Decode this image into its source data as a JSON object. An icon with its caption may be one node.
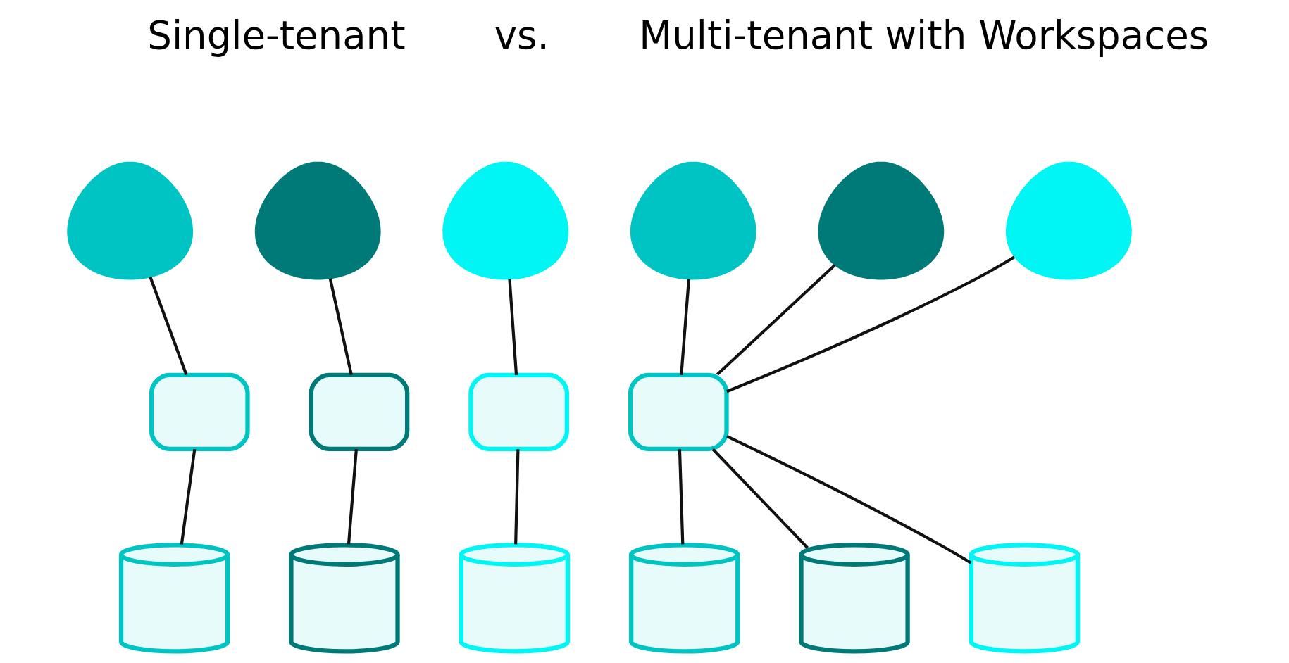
{
  "diagram": {
    "nodes": [
      {
        "text": [],
        "shape": "person"
      },
      {
        "text": [],
        "shape": "person"
      },
      {
        "text": [],
        "shape": "person"
      },
      {
        "text": [],
        "shape": "person"
      },
      {
        "text": [],
        "shape": "person"
      },
      {
        "text": [],
        "shape": "person"
      },
      {
        "text": [],
        "shape": "box"
      },
      {
        "text": [],
        "shape": "box"
      },
      {
        "text": [],
        "shape": "box"
      },
      {
        "text": [],
        "shape": "box"
      },
      {
        "text": [],
        "shape": "cylinder"
      },
      {
        "text": [],
        "shape": "cylinder"
      },
      {
        "text": [],
        "shape": "cylinder"
      },
      {
        "text": [],
        "shape": "cylinder"
      },
      {
        "text": [],
        "shape": "cylinder"
      },
      {
        "text": [],
        "shape": "cylinder"
      }
    ],
    "edges": [
      {
        "from": 0,
        "to": 6,
        "arrow": "none"
      },
      {
        "from": 6,
        "to": 10,
        "arrow": "none"
      },
      {
        "from": 1,
        "to": 7,
        "arrow": "none"
      },
      {
        "from": 7,
        "to": 11,
        "arrow": "none"
      },
      {
        "from": 2,
        "to": 8,
        "arrow": "none"
      },
      {
        "from": 8,
        "to": 12,
        "arrow": "none"
      },
      {
        "from": 3,
        "to": 9,
        "arrow": "none"
      },
      {
        "from": 4,
        "to": 9,
        "arrow": "none"
      },
      {
        "from": 5,
        "to": 9,
        "arrow": "none"
      },
      {
        "from": 9,
        "to": 13,
        "arrow": "none"
      },
      {
        "from": 9,
        "to": 14,
        "arrow": "none"
      },
      {
        "from": 9,
        "to": 15,
        "arrow": "none"
      }
    ],
    "labels": [
      "Single-tenant",
      "vs.",
      "Multi-tenant with Workspaces"
    ]
  }
}
